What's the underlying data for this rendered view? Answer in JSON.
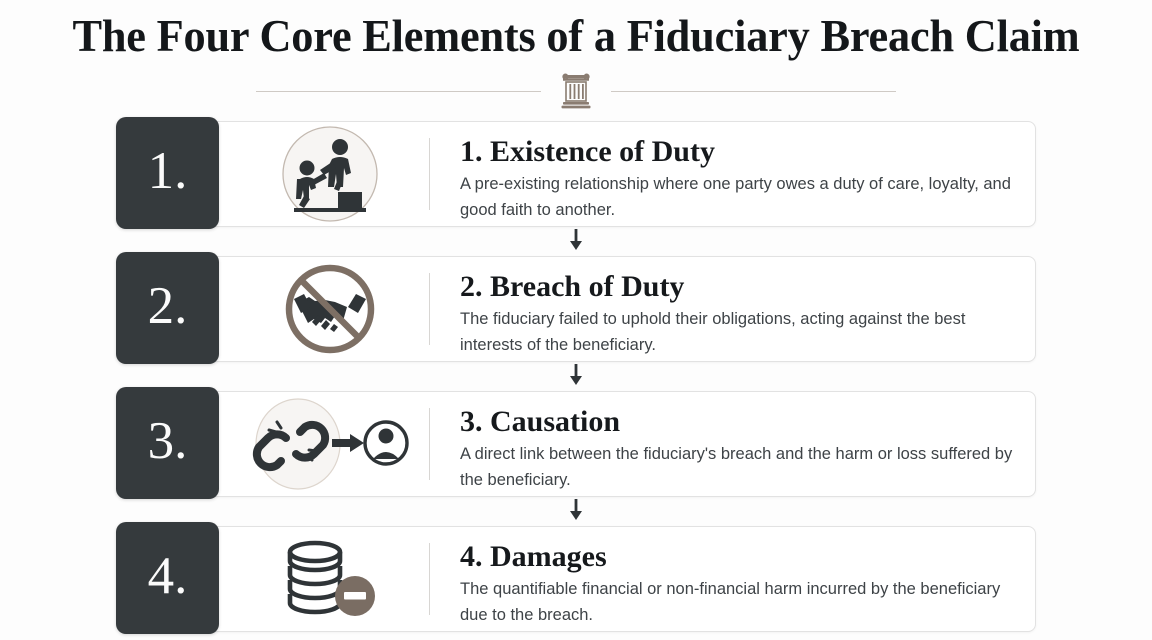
{
  "header": {
    "title": "The Four Core Elements of a Fiduciary Breach Claim",
    "ornament_icon": "classical-column-icon"
  },
  "theme": {
    "background": "#fdfdfd",
    "card_background": "#ffffff",
    "card_border": "#e2e2e2",
    "number_block": "#353a3d",
    "number_text": "#fbfbfb",
    "title_text": "#14171a",
    "body_text": "#3e4347",
    "accent_taupe": "#7a6d63",
    "divider_line": "#cfcac5",
    "icon_dark": "#2f3437"
  },
  "elements": [
    {
      "number": "1.",
      "icon": "helping-hand-steps-icon",
      "title": "1. Existence of Duty",
      "description": "A pre-existing relationship where one party owes a duty of care, loyalty, and good faith to another."
    },
    {
      "number": "2.",
      "icon": "no-handshake-prohibited-icon",
      "title": "2. Breach of Duty",
      "description": "The fiduciary failed to uphold their obligations, acting against the best interests of the beneficiary."
    },
    {
      "number": "3.",
      "icon": "broken-chain-arrow-person-icon",
      "title": "3. Causation",
      "description": "A direct link between the fiduciary's breach and the harm or loss suffered by the beneficiary."
    },
    {
      "number": "4.",
      "icon": "coin-stack-minus-icon",
      "title": "4. Damages",
      "description": "The quantifiable financial or non-financial harm incurred by the beneficiary due to the breach."
    }
  ],
  "connectors": {
    "count": 3,
    "icon": "down-arrow-icon"
  }
}
